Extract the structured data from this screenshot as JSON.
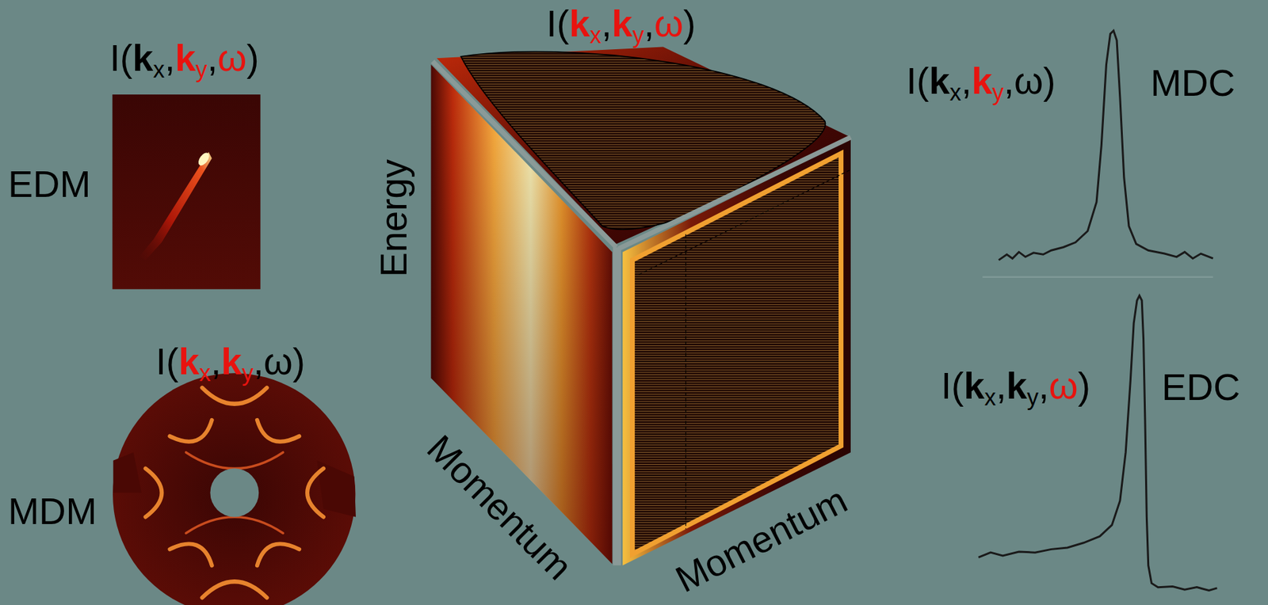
{
  "diagram": {
    "labels": [
      "I(kx,ky,ω)",
      "EDM",
      "I(kx,ky,ω)",
      "MDM",
      "I(kx,ky,ω)",
      "Energy",
      "Momentum",
      "Momentum",
      "I(kx,ky,ω)",
      "MDC",
      "I(kx,ky,ω)",
      "EDC"
    ]
  }
}
